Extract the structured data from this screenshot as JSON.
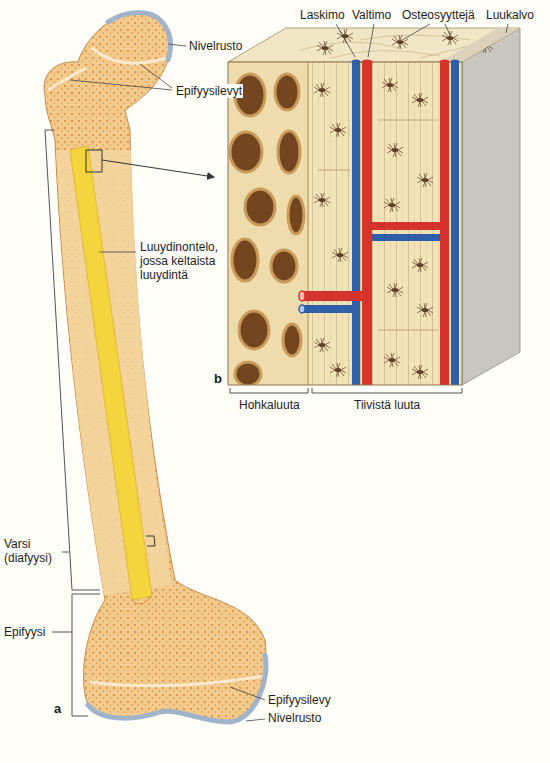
{
  "diagram": {
    "labels": [
      "Nivelrusto",
      "Epifyysilevyt",
      "Luuydinontelo, jossa keltaista luuydintä",
      "Laskimo",
      "Valtimo",
      "Osteosyyttejä",
      "Luukalvo",
      "b",
      "Hohkaluuta",
      "Tiivistä luuta",
      "Varsi (diafyysi)",
      "Epifyysi",
      "Epifyysilevy",
      "Nivelrusto",
      "a"
    ]
  }
}
